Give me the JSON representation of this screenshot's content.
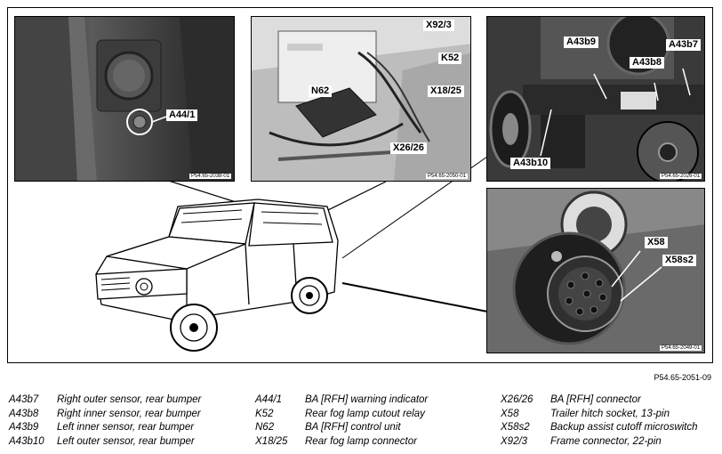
{
  "callouts": {
    "p1": [
      "A44/1"
    ],
    "p2": [
      "X92/3",
      "K52",
      "N62",
      "X18/25",
      "X26/26"
    ],
    "p3": [
      "A43b9",
      "A43b7",
      "A43b8",
      "A43b10"
    ],
    "p4": [
      "X58",
      "X58s2"
    ]
  },
  "photo_refs": [
    "P54.65-2038-01",
    "P54.65-2050-01",
    "P54.65-2026-01",
    "P54.65-2049-01"
  ],
  "figure_id": "P54.65-2051-09",
  "legend": [
    [
      [
        "A43b7",
        "Right outer sensor, rear bumper"
      ],
      [
        "A43b8",
        "Right inner sensor, rear bumper"
      ],
      [
        "A43b9",
        "Left inner sensor, rear bumper"
      ],
      [
        "A43b10",
        "Left outer sensor, rear bumper"
      ]
    ],
    [
      [
        "A44/1",
        "BA [RFH] warning indicator"
      ],
      [
        "K52",
        "Rear fog lamp cutout relay"
      ],
      [
        "N62",
        "BA [RFH] control unit"
      ],
      [
        "X18/25",
        "Rear fog lamp connector"
      ]
    ],
    [
      [
        "X26/26",
        "BA [RFH] connector"
      ],
      [
        "X58",
        "Trailer hitch socket, 13-pin"
      ],
      [
        "X58s2",
        "Backup assist cutoff microswitch"
      ],
      [
        "X92/3",
        "Frame connector, 22-pin"
      ]
    ]
  ]
}
